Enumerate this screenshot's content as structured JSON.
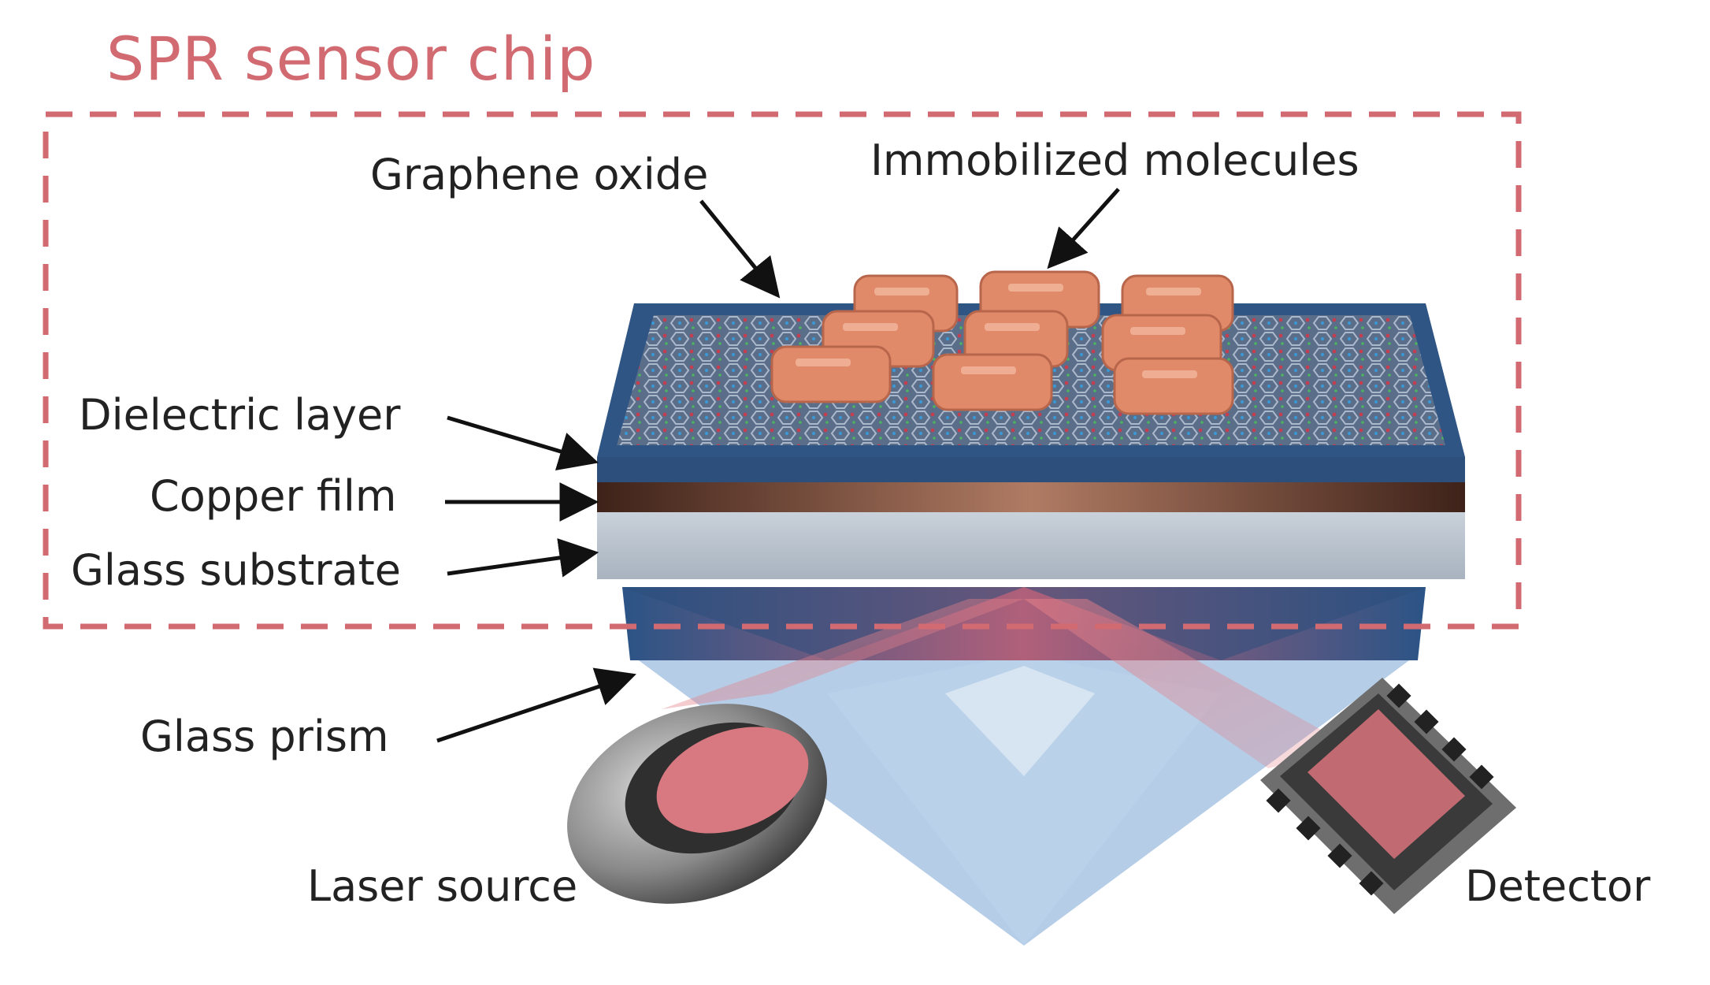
{
  "figure": {
    "title": "SPR sensor chip",
    "labels": {
      "graphene_oxide": "Graphene oxide",
      "immobilized_molecules": "Immobilized molecules",
      "dielectric_layer": "Dielectric layer",
      "copper_film": "Copper film",
      "glass_substrate": "Glass substrate",
      "glass_prism": "Glass prism",
      "laser_source": "Laser source",
      "detector": "Detector"
    }
  },
  "colors": {
    "dashed_box": "#d26a72",
    "dielectric": "#2c4f7c",
    "copper": "#7a4a3a",
    "glass": "#b8c3ce",
    "prism": "#a9c4e3",
    "molecule": "#e08a6a",
    "beam": "#d8707a",
    "text": "#222222"
  }
}
